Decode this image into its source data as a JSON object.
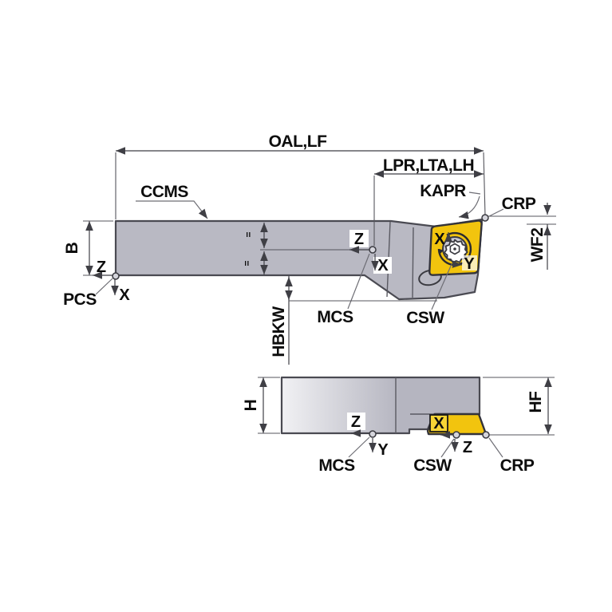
{
  "figure": {
    "title_hidden": "",
    "colors": {
      "background": "#ffffff",
      "body_gray": "#b9b9c3",
      "body_gray_light": "#f2f2f5",
      "outline": "#4a4a52",
      "insert_yellow": "#f2c40e",
      "insert_yellow_box": "#f7d435",
      "dim_line": "#3f3f45",
      "text": "#0d0d0d"
    },
    "top_view": {
      "labels": {
        "oal": "OAL,LF",
        "lpr": "LPR,LTA,LH",
        "ccms": "CCMS",
        "kapr": "KAPR",
        "crp": "CRP",
        "wf2": "WF2",
        "b": "B",
        "hbkw": "HBKW",
        "pcs": "PCS",
        "mcs": "MCS",
        "csw": "CSW"
      },
      "axes": {
        "pcs_z": "Z",
        "pcs_x": "X",
        "mcs_z": "Z",
        "mcs_x": "X",
        "csw_x": "X",
        "csw_y": "Y"
      },
      "equal_marks": [
        "=",
        "="
      ]
    },
    "bottom_view": {
      "labels": {
        "h": "H",
        "hf": "HF",
        "mcs": "MCS",
        "csw": "CSW",
        "crp": "CRP"
      },
      "axes": {
        "mcs_z": "Z",
        "mcs_y": "Y",
        "csw_x": "X",
        "csw_z": "Z"
      }
    }
  }
}
